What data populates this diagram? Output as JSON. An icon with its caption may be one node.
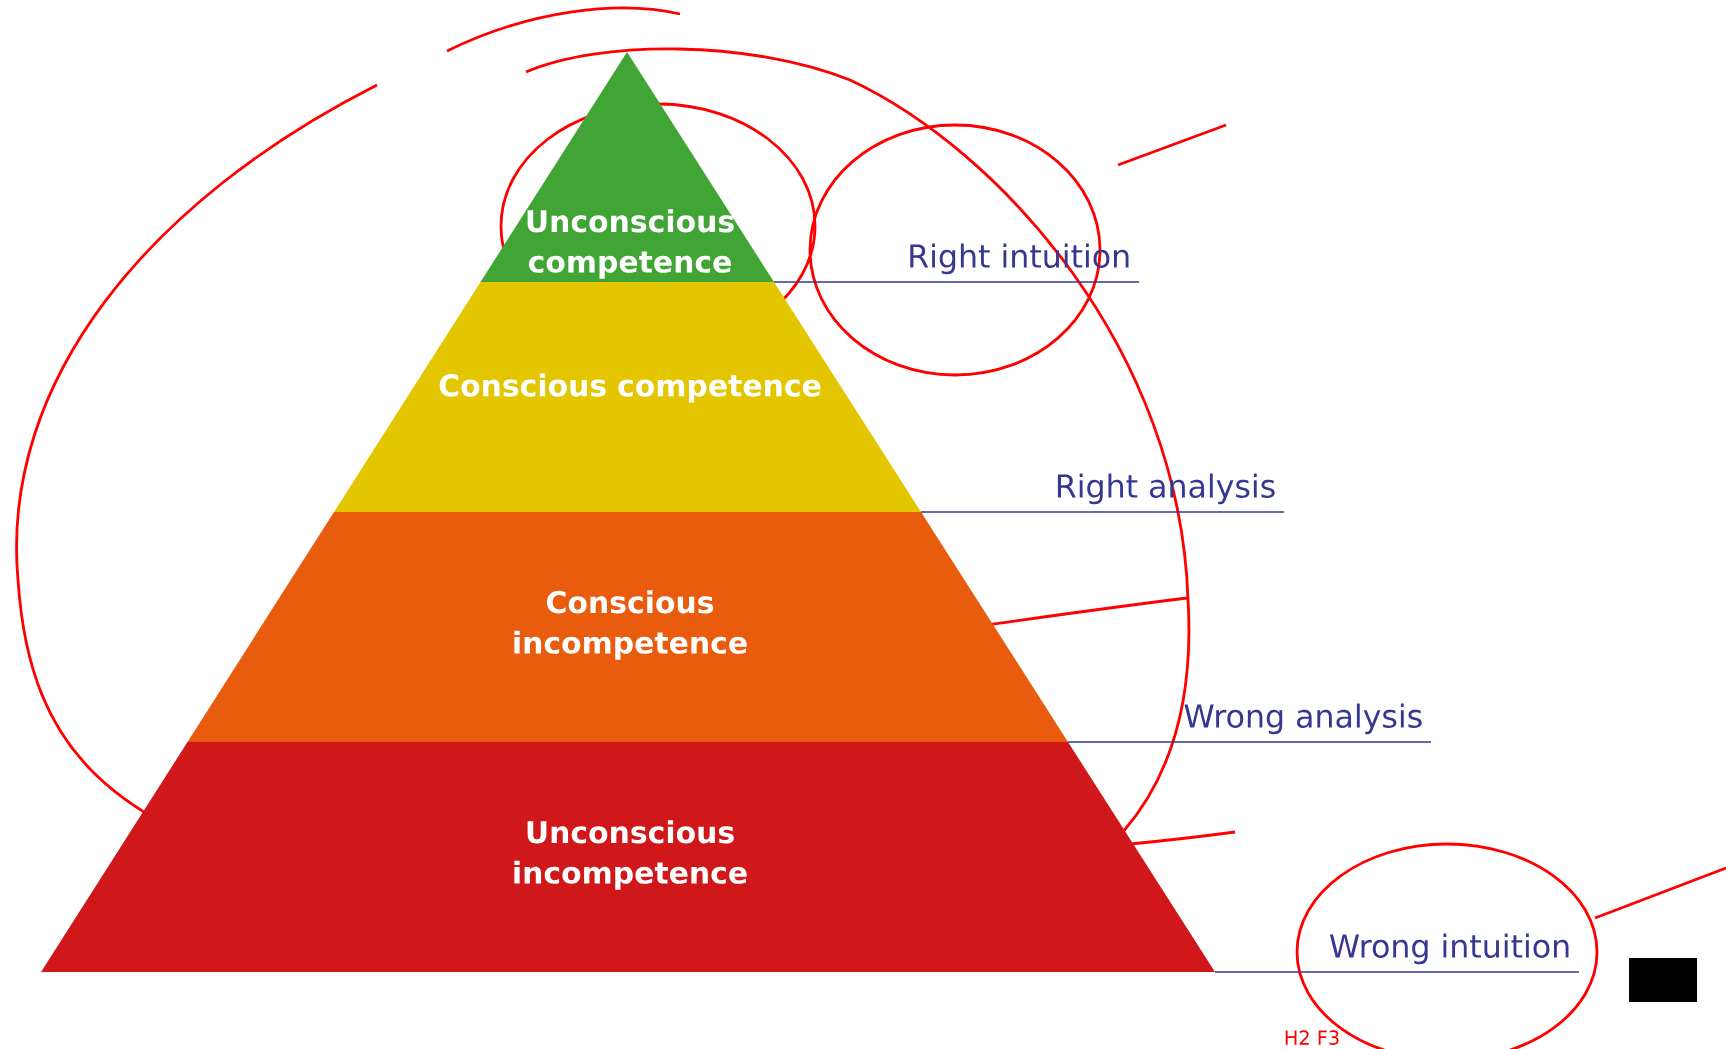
{
  "diagram": {
    "nodes": [
      {
        "text": [
          "Unconscious competence"
        ]
      },
      {
        "text": [
          "Conscious competence"
        ]
      },
      {
        "text": [
          "Conscious incompetence"
        ]
      },
      {
        "text": [
          "Unconscious incompetence"
        ]
      },
      {
        "text": [
          "Right intuition"
        ]
      },
      {
        "text": [
          "Right analysis"
        ]
      },
      {
        "text": [
          "Wrong analysis"
        ]
      },
      {
        "text": [
          "Wrong intuition"
        ]
      }
    ],
    "edges": [
      {
        "from": 0,
        "to": 4,
        "arrow": "none"
      },
      {
        "from": 1,
        "to": 5,
        "arrow": "none"
      },
      {
        "from": 2,
        "to": 6,
        "arrow": "none"
      },
      {
        "from": 3,
        "to": 7,
        "arrow": "none"
      }
    ],
    "labels": [
      "H2 F3"
    ]
  }
}
